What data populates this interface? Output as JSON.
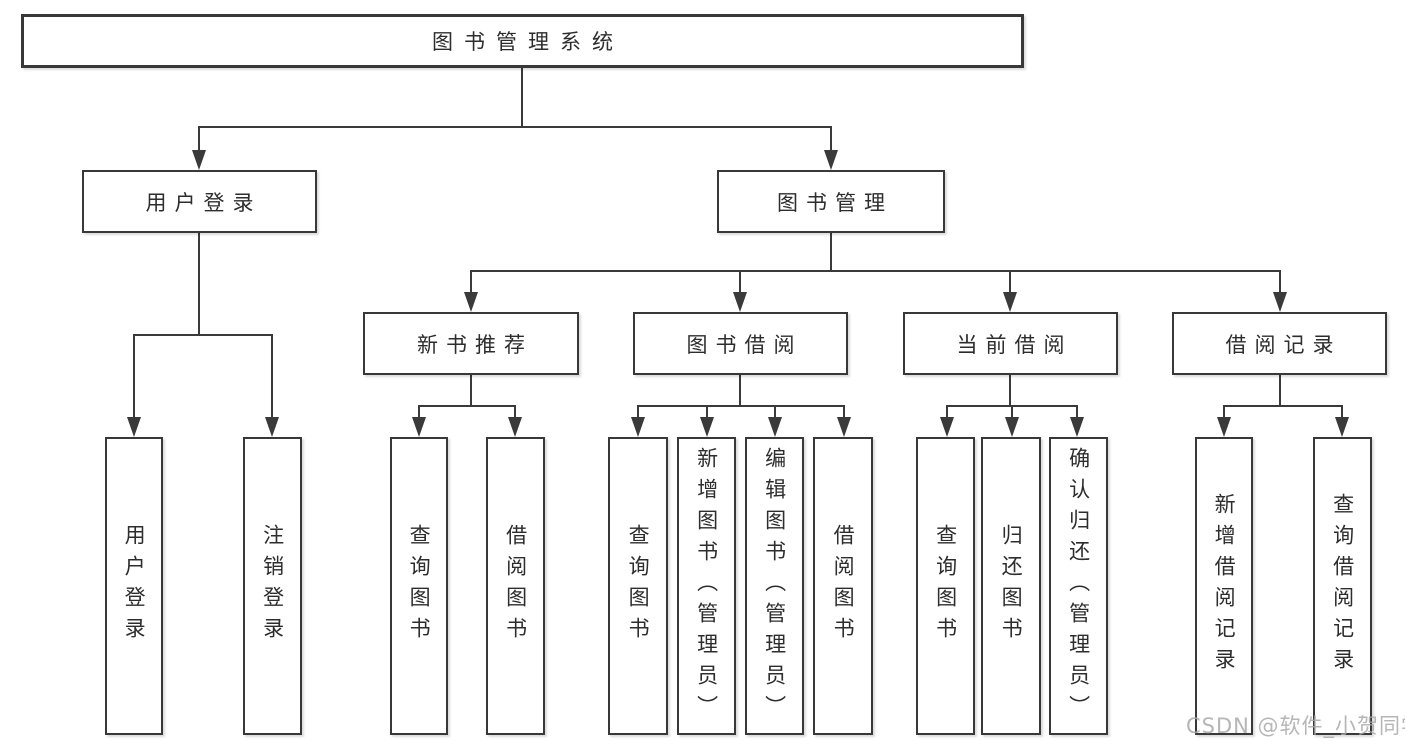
{
  "diagram": {
    "root": "图书管理系统",
    "level2": [
      {
        "label": "用户登录",
        "children": [
          "用户登录",
          "注销登录"
        ]
      },
      {
        "label": "图书管理",
        "children": [
          {
            "label": "新书推荐",
            "children": [
              "查询图书",
              "借阅图书"
            ]
          },
          {
            "label": "图书借阅",
            "children": [
              "查询图书",
              "新增图书（管理员）",
              "编辑图书（管理员）",
              "借阅图书"
            ]
          },
          {
            "label": "当前借阅",
            "children": [
              "查询图书",
              "归还图书",
              "确认归还（管理员）"
            ]
          },
          {
            "label": "借阅记录",
            "children": [
              "新增借阅记录",
              "查询借阅记录"
            ]
          }
        ]
      }
    ]
  },
  "watermark": {
    "label": "CSDN @软件_小贺同学"
  },
  "colors": {
    "line": "#3a3a3a",
    "box_border": "#383838",
    "text": "#2d2d2d",
    "watermark": "#aba9a9",
    "background": "#ffffff"
  }
}
